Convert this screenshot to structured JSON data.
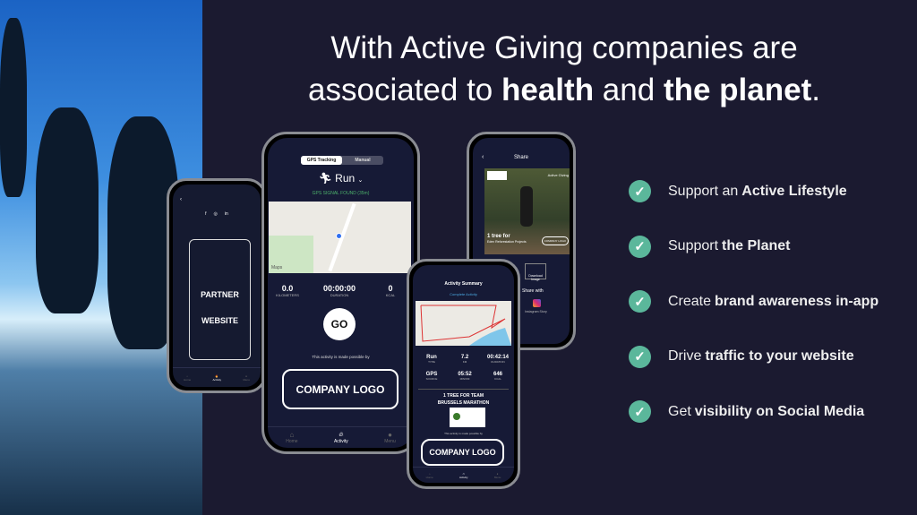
{
  "headline": {
    "line1": "With Active Giving companies are",
    "line2_pre": "associated to ",
    "line2_b1": "health",
    "line2_mid": " and ",
    "line2_b2": "the planet",
    "line2_end": "."
  },
  "benefits": [
    {
      "pre": "Support an",
      "bold": "Active Lifestyle"
    },
    {
      "pre": "Support",
      "bold": "the Planet"
    },
    {
      "pre": "Create",
      "bold": "brand awareness in-app"
    },
    {
      "pre": "Drive",
      "bold": "traffic to your website"
    },
    {
      "pre": "Get",
      "bold": "visibility on Social Media"
    }
  ],
  "colors": {
    "background": "#1b1a30",
    "check": "#5bb79b",
    "signal": "#4caf6a"
  },
  "partner_phone": {
    "social": [
      "f",
      "◎",
      "in"
    ],
    "box_line1": "PARTNER",
    "box_line2": "WEBSITE",
    "tabs": [
      "Home",
      "Activity",
      "Menu"
    ]
  },
  "run_phone": {
    "toggle": [
      "GPS Tracking",
      "Manual"
    ],
    "activity": "Run",
    "signal": "GPS SIGNAL FOUND (35m)",
    "map_credit": "Maps",
    "stats": [
      {
        "value": "0.0",
        "label": "KILOMETERS"
      },
      {
        "value": "00:00:00",
        "label": "DURATION"
      },
      {
        "value": "0",
        "label": "KCAL"
      }
    ],
    "go": "GO",
    "sponsor_text": "This activity is made possible by",
    "logo": "COMPANY LOGO",
    "tabs": [
      "Home",
      "Activity",
      "Menu"
    ]
  },
  "summary_phone": {
    "title": "Activity Summary",
    "subtitle": "Complete Activity",
    "stats": [
      {
        "value": "Run",
        "label": "TYPE"
      },
      {
        "value": "7.2",
        "label": "KM"
      },
      {
        "value": "00:42:14",
        "label": "DURATION"
      },
      {
        "value": "GPS",
        "label": "SOURCE"
      },
      {
        "value": "05:52",
        "label": "MIN/KM"
      },
      {
        "value": "646",
        "label": "KCAL"
      }
    ],
    "tree_line1": "1 TREE FOR TEAM",
    "tree_line2": "BRUSSELS MARATHON",
    "sponsor_text": "This activity is made possible by",
    "logo": "COMPANY LOGO",
    "tabs": [
      "Home",
      "Activity",
      "Menu"
    ]
  },
  "share_phone": {
    "title": "Share",
    "brand": "Active Giving",
    "tree": "1 tree  for",
    "project": "Eden Reforestation Projects",
    "company_btn": "COMPANY LOGO",
    "download": "Download Image",
    "share_with": "Share with",
    "instagram": "Instagram Story"
  }
}
